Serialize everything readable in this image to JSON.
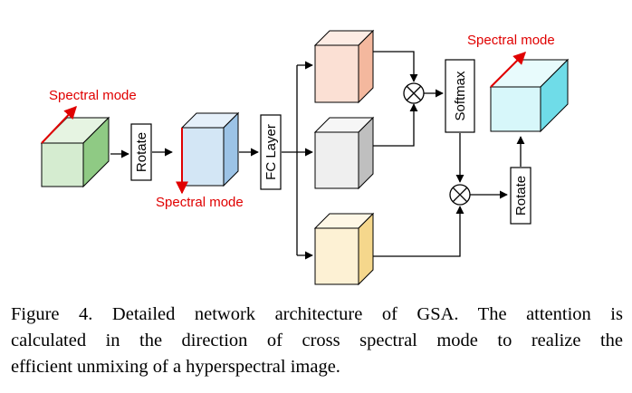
{
  "diagram": {
    "labels": {
      "spectral_mode_input": "Spectral mode",
      "spectral_mode_rotated": "Spectral mode",
      "spectral_mode_output": "Spectral mode",
      "rotate_1": "Rotate",
      "fc_layer": "FC Layer",
      "softmax": "Softmax",
      "rotate_2": "Rotate"
    },
    "colors": {
      "input_cube": "#d5ecd0",
      "rotated_cube": "#d3e6f5",
      "branch_top_cube": "#fbe0d4",
      "branch_mid_cube": "#efefef",
      "branch_bottom_cube": "#fdf1d4",
      "output_cube": "#d7f7fa",
      "spectral_arrow": "#e00000"
    }
  },
  "caption": {
    "line1": "Figure 4.  Detailed network architecture of GSA. The attention is",
    "line2": "calculated in the direction of cross spectral mode to realize the",
    "line3": "efficient unmixing of a hyperspectral image."
  }
}
